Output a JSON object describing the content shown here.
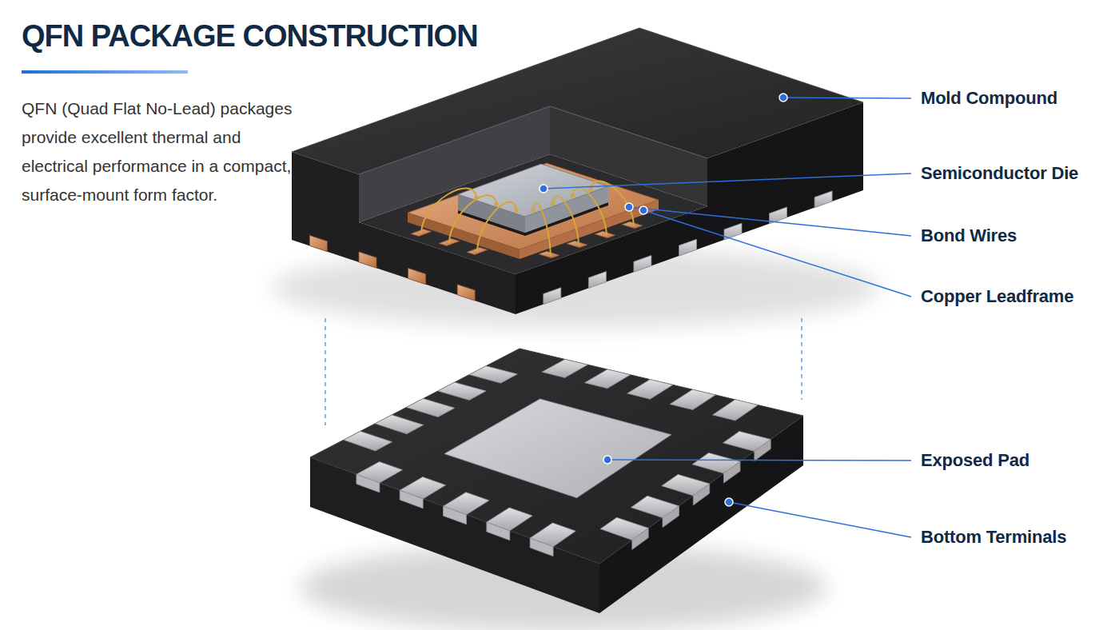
{
  "diagram": {
    "title": "QFN PACKAGE CONSTRUCTION",
    "labels": [
      "QFN (Quad Flat No-Lead) packages provide excellent thermal and electrical performance in a compact, surface-mount form factor.",
      "Mold Compound",
      "Semiconductor Die",
      "Bond Wires",
      "Copper Leadframe",
      "Exposed Pad",
      "Bottom Terminals"
    ]
  }
}
